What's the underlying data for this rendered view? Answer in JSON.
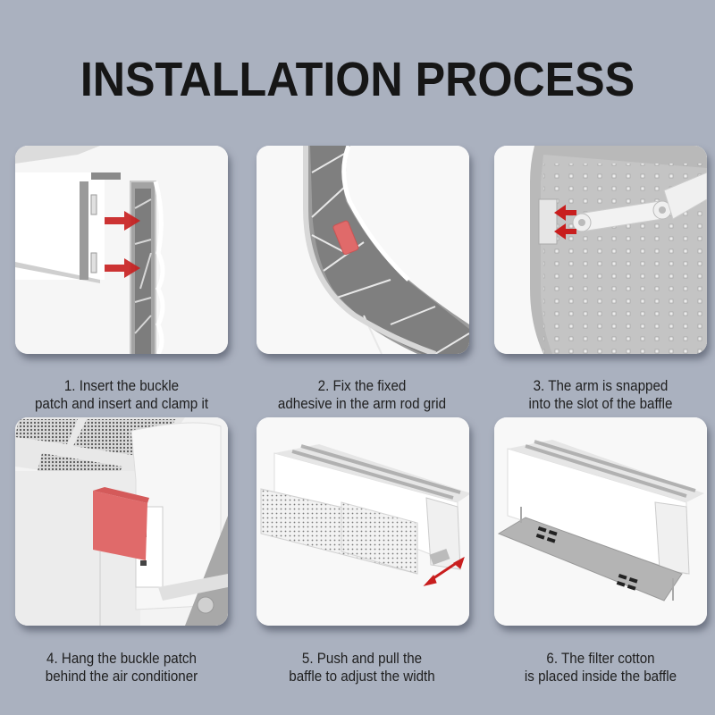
{
  "title": "INSTALLATION PROCESS",
  "colors": {
    "background": "#aab1bf",
    "card": "#f7f7f7",
    "accent_pad": "#e06a6a",
    "arrow_red": "#c81e1e",
    "plastic_gray": "#8e8e8e"
  },
  "steps": [
    {
      "number": 1,
      "caption_line1": "1. Insert the buckle",
      "caption_line2": "patch and insert and clamp it",
      "image": "buckle-patch-insert-illustration"
    },
    {
      "number": 2,
      "caption_line1": "2. Fix the fixed",
      "caption_line2": "adhesive in the arm rod grid",
      "image": "adhesive-in-arm-rod-grid-illustration"
    },
    {
      "number": 3,
      "caption_line1": "3. The arm is snapped",
      "caption_line2": "into the slot of the baffle",
      "image": "arm-snapped-into-baffle-slot-illustration"
    },
    {
      "number": 4,
      "caption_line1": "4. Hang the buckle patch",
      "caption_line2": "behind the air conditioner",
      "image": "hang-buckle-behind-ac-illustration"
    },
    {
      "number": 5,
      "caption_line1": "5. Push and pull the",
      "caption_line2": "baffle to adjust the width",
      "image": "adjust-baffle-width-illustration"
    },
    {
      "number": 6,
      "caption_line1": "6. The filter cotton",
      "caption_line2": "is placed inside the baffle",
      "image": "filter-cotton-in-baffle-illustration"
    }
  ]
}
